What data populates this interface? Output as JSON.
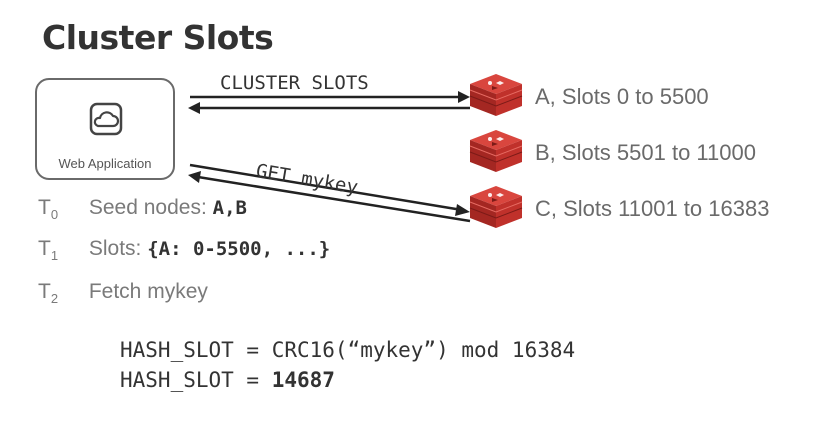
{
  "title": "Cluster Slots",
  "web_app": {
    "label": "Web Application",
    "icon": "cloud-in-box-icon"
  },
  "arrows": [
    {
      "label": "CLUSTER SLOTS"
    },
    {
      "label": "GET mykey"
    }
  ],
  "nodes": [
    {
      "label": "A, Slots 0 to 5500",
      "icon": "redis-cube-icon"
    },
    {
      "label": "B, Slots 5501 to 11000",
      "icon": "redis-cube-icon"
    },
    {
      "label": "C, Slots 11001 to 16383",
      "icon": "redis-cube-icon"
    }
  ],
  "steps": [
    {
      "t": "T",
      "sub": "0",
      "text": "Seed nodes:",
      "code": "A,B"
    },
    {
      "t": "T",
      "sub": "1",
      "text": "Slots:",
      "code": "{A: 0-5500, ...}"
    },
    {
      "t": "T",
      "sub": "2",
      "text": "Fetch mykey",
      "code": ""
    }
  ],
  "formula": {
    "line1": "HASH_SLOT = CRC16(“mykey”) mod 16384",
    "line2_prefix": "HASH_SLOT = ",
    "line2_value": "14687"
  },
  "colors": {
    "redis_red": "#c6302b",
    "redis_dark": "#8e1f1b",
    "arrow": "#222222",
    "text_gray": "#6a6a6a"
  }
}
